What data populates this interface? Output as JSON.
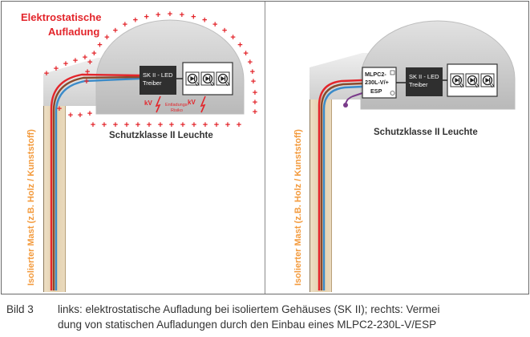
{
  "colors": {
    "red": "#e3252b",
    "orange": "#f39a3c",
    "blue": "#3b8bc9",
    "brown": "#8a4a2c",
    "purple": "#7a3b8a",
    "driver": "#2f2f2f",
    "dome": "#cfcfcf"
  },
  "left": {
    "charge_title_line1": "Elektrostatische",
    "charge_title_line2": "Aufladung",
    "pole_label": "Isolierter Mast (z.B. Holz / Kunststoff)",
    "driver_line1": "SK II - LED",
    "driver_line2": "Treiber",
    "kv_label_1": "kV",
    "kv_label_2": "kV",
    "risk_line1": "Entladungs-",
    "risk_line2": "Risiko",
    "luminaire_label": "Schutzklasse II Leuchte",
    "plus_sign": "+"
  },
  "right": {
    "pole_label": "Isolierter Mast (z.B. Holz / Kunststoff)",
    "module_line1": "MLPC2-",
    "module_line2": "230L-V/+",
    "module_line3": "ESP",
    "driver_line1": "SK II - LED",
    "driver_line2": "Treiber",
    "luminaire_label": "Schutzklasse II Leuchte"
  },
  "caption": {
    "label": "Bild 3",
    "line1": "links: elektrostatische Aufladung bei isoliertem Gehäuses (SK II); rechts: Vermei",
    "line2": "dung von statischen Aufladungen durch den Einbau eines MLPC2-230L-V/ESP"
  }
}
